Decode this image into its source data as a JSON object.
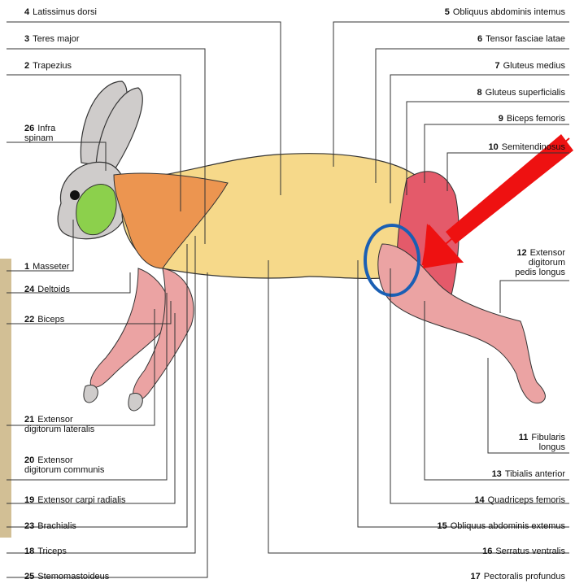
{
  "labels": {
    "l4": {
      "num": "4",
      "text": "Latissimus dorsi"
    },
    "l3": {
      "num": "3",
      "text": "Teres major"
    },
    "l2": {
      "num": "2",
      "text": "Trapezius"
    },
    "l26": {
      "num": "26",
      "text": "Infra",
      "text2": "spinam"
    },
    "l1": {
      "num": "1",
      "text": "Masseter"
    },
    "l24": {
      "num": "24",
      "text": "Deltoids"
    },
    "l22": {
      "num": "22",
      "text": "Biceps"
    },
    "l21": {
      "num": "21",
      "text": "Extensor",
      "text2": "digitorum lateralis"
    },
    "l20": {
      "num": "20",
      "text": "Extensor",
      "text2": "digitorum communis"
    },
    "l19": {
      "num": "19",
      "text": "Extensor carpi radialis"
    },
    "l23": {
      "num": "23",
      "text": "Brachialis"
    },
    "l18": {
      "num": "18",
      "text": "Triceps"
    },
    "l25": {
      "num": "25",
      "text": "Stemomastoideus"
    },
    "l5": {
      "num": "5",
      "text": "Obliquus abdominis intemus"
    },
    "l6": {
      "num": "6",
      "text": "Tensor fasciae latae"
    },
    "l7": {
      "num": "7",
      "text": "Gluteus medius"
    },
    "l8": {
      "num": "8",
      "text": "Gluteus superficialis"
    },
    "l9": {
      "num": "9",
      "text": "Biceps femoris"
    },
    "l10": {
      "num": "10",
      "text": "Semitendinosus"
    },
    "l12": {
      "num": "12",
      "text": "Extensor",
      "text2": "digitorum",
      "text3": "pedis longus"
    },
    "l11": {
      "num": "11",
      "text": "Fibularis",
      "text2": "longus"
    },
    "l13": {
      "num": "13",
      "text": "Tibialis anterior"
    },
    "l14": {
      "num": "14",
      "text": "Quadriceps femoris"
    },
    "l15": {
      "num": "15",
      "text": "Obliquus abdominis extemus"
    },
    "l16": {
      "num": "16",
      "text": "Serratus ventralis"
    },
    "l17": {
      "num": "17",
      "text": "Pectoralis profundus"
    }
  },
  "colors": {
    "body_yellow": "#f6d98a",
    "shoulder_orange": "#ec9550",
    "hind_red": "#e45a6a",
    "limb_pink": "#eba3a3",
    "head_grey": "#cfcccb",
    "masseter_green": "#8cd04c",
    "arrow_red": "#ee1111",
    "circle_blue": "#1a5fb4",
    "sidebar_tan": "#d2bf95"
  }
}
